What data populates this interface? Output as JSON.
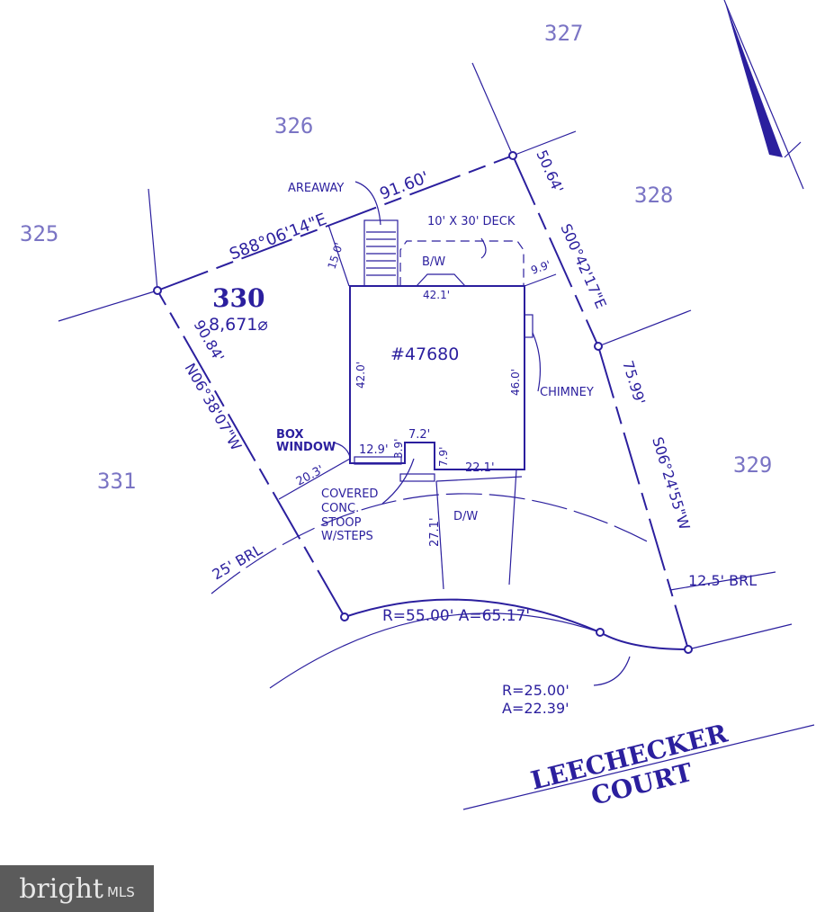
{
  "lot": {
    "number": "330",
    "area": "8,671⌀",
    "house_id": "#47680"
  },
  "neighbor_lots": [
    "325",
    "326",
    "327",
    "328",
    "329",
    "331"
  ],
  "boundaries": {
    "north_bearing": "S88°06'14\"E",
    "north_length": "91.60'",
    "east_upper_bearing": "S00°42'17\"E",
    "east_upper_length": "50.64'",
    "east_lower_bearing": "S06°24'55\"W",
    "east_lower_length": "75.99'",
    "west_bearing": "N06°38'07\"W",
    "west_length": "90.84'",
    "arc_large": "R=55.00'  A=65.17'",
    "arc_small_r": "R=25.00'",
    "arc_small_a": "A=22.39'"
  },
  "dimensions": {
    "rear_setback": "15.0'",
    "deck_setback": "9.9'",
    "house_width": "42.1'",
    "house_left_depth": "42.0'",
    "house_right_depth": "46.0'",
    "box_window_width": "12.9'",
    "stoop_depth": "3.9'",
    "stoop_width": "7.2'",
    "stoop_offset": "7.9'",
    "front_right": "22.1'",
    "side_setback": "20.3'",
    "front_setback": "27.1'"
  },
  "labels": {
    "areaway": "AREAWAY",
    "deck": "10' X 30' DECK",
    "bw": "B/W",
    "chimney": "CHIMNEY",
    "box_window_1": "BOX",
    "box_window_2": "WINDOW",
    "stoop_1": "COVERED",
    "stoop_2": "CONC.",
    "stoop_3": "STOOP",
    "stoop_4": "W/STEPS",
    "driveway": "D/W",
    "brl_front": "25' BRL",
    "brl_side": "12.5' BRL"
  },
  "street": {
    "line1": "LEECHECKER",
    "line2": "COURT"
  },
  "watermark": {
    "brand": "bright",
    "suffix": "MLS"
  },
  "colors": {
    "ink": "#2b1f9e",
    "logo_bg": "#5b5b5b"
  }
}
